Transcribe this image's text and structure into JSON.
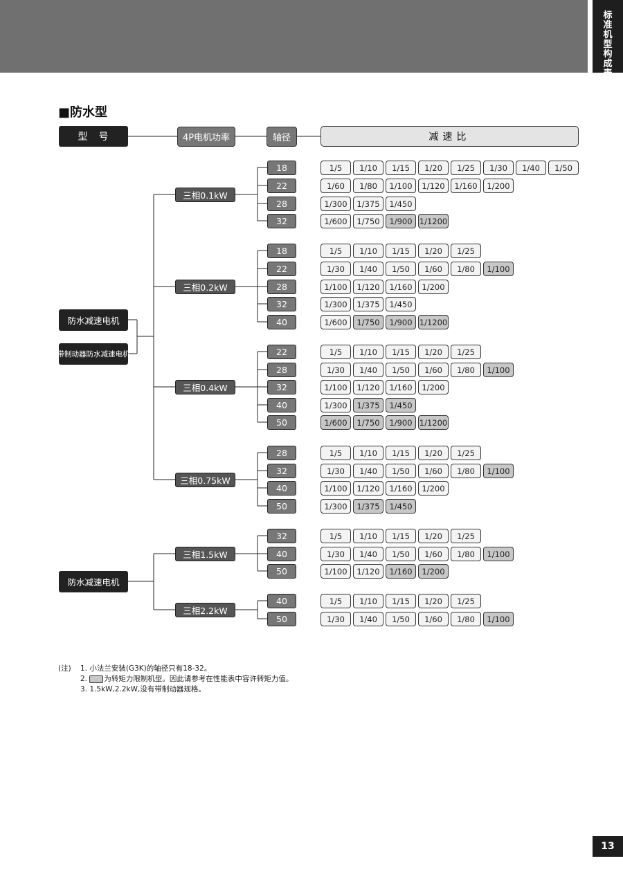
{
  "side_tab": "标准机型构成表",
  "page_number": "13",
  "section_title": "■防水型",
  "headers": {
    "model": "型　号",
    "power": "4P电机功率",
    "shaft": "轴径",
    "ratio": "减速比"
  },
  "groups": [
    {
      "motors": [
        "防水减速电机",
        "带制动器防水减速电机"
      ],
      "powers": [
        {
          "label": "三相0.1kW",
          "shafts": [
            {
              "shaft": "18",
              "ratios": [
                "1/5",
                "1/10",
                "1/15",
                "1/20",
                "1/25",
                "1/30",
                "1/40",
                "1/50"
              ],
              "limited": 0
            },
            {
              "shaft": "22",
              "ratios": [
                "1/60",
                "1/80",
                "1/100",
                "1/120",
                "1/160",
                "1/200"
              ],
              "limited": 0
            },
            {
              "shaft": "28",
              "ratios": [
                "1/300",
                "1/375",
                "1/450"
              ],
              "limited": 0
            },
            {
              "shaft": "32",
              "ratios": [
                "1/600",
                "1/750",
                "1/900",
                "1/1200"
              ],
              "limited": 2
            }
          ]
        },
        {
          "label": "三相0.2kW",
          "shafts": [
            {
              "shaft": "18",
              "ratios": [
                "1/5",
                "1/10",
                "1/15",
                "1/20",
                "1/25"
              ],
              "limited": 0
            },
            {
              "shaft": "22",
              "ratios": [
                "1/30",
                "1/40",
                "1/50",
                "1/60",
                "1/80",
                "1/100"
              ],
              "limited": 1
            },
            {
              "shaft": "28",
              "ratios": [
                "1/100",
                "1/120",
                "1/160",
                "1/200"
              ],
              "limited": 0
            },
            {
              "shaft": "32",
              "ratios": [
                "1/300",
                "1/375",
                "1/450"
              ],
              "limited": 0
            },
            {
              "shaft": "40",
              "ratios": [
                "1/600",
                "1/750",
                "1/900",
                "1/1200"
              ],
              "limited": 3
            }
          ]
        },
        {
          "label": "三相0.4kW",
          "shafts": [
            {
              "shaft": "22",
              "ratios": [
                "1/5",
                "1/10",
                "1/15",
                "1/20",
                "1/25"
              ],
              "limited": 0
            },
            {
              "shaft": "28",
              "ratios": [
                "1/30",
                "1/40",
                "1/50",
                "1/60",
                "1/80",
                "1/100"
              ],
              "limited": 1
            },
            {
              "shaft": "32",
              "ratios": [
                "1/100",
                "1/120",
                "1/160",
                "1/200"
              ],
              "limited": 0
            },
            {
              "shaft": "40",
              "ratios": [
                "1/300",
                "1/375",
                "1/450"
              ],
              "limited": 2
            },
            {
              "shaft": "50",
              "ratios": [
                "1/600",
                "1/750",
                "1/900",
                "1/1200"
              ],
              "limited": 4
            }
          ]
        },
        {
          "label": "三相0.75kW",
          "shafts": [
            {
              "shaft": "28",
              "ratios": [
                "1/5",
                "1/10",
                "1/15",
                "1/20",
                "1/25"
              ],
              "limited": 0
            },
            {
              "shaft": "32",
              "ratios": [
                "1/30",
                "1/40",
                "1/50",
                "1/60",
                "1/80",
                "1/100"
              ],
              "limited": 1
            },
            {
              "shaft": "40",
              "ratios": [
                "1/100",
                "1/120",
                "1/160",
                "1/200"
              ],
              "limited": 0
            },
            {
              "shaft": "50",
              "ratios": [
                "1/300",
                "1/375",
                "1/450"
              ],
              "limited": 2
            }
          ]
        }
      ]
    },
    {
      "motors": [
        "防水减速电机"
      ],
      "powers": [
        {
          "label": "三相1.5kW",
          "shafts": [
            {
              "shaft": "32",
              "ratios": [
                "1/5",
                "1/10",
                "1/15",
                "1/20",
                "1/25"
              ],
              "limited": 0
            },
            {
              "shaft": "40",
              "ratios": [
                "1/30",
                "1/40",
                "1/50",
                "1/60",
                "1/80",
                "1/100"
              ],
              "limited": 1
            },
            {
              "shaft": "50",
              "ratios": [
                "1/100",
                "1/120",
                "1/160",
                "1/200"
              ],
              "limited": 2
            }
          ]
        },
        {
          "label": "三相2.2kW",
          "shafts": [
            {
              "shaft": "40",
              "ratios": [
                "1/5",
                "1/10",
                "1/15",
                "1/20",
                "1/25"
              ],
              "limited": 0
            },
            {
              "shaft": "50",
              "ratios": [
                "1/30",
                "1/40",
                "1/50",
                "1/60",
                "1/80",
                "1/100"
              ],
              "limited": 1
            }
          ]
        }
      ]
    }
  ],
  "notes": {
    "label": "(注)",
    "items": [
      "1. 小法兰安装(G3K)的轴径只有18-32。",
      "为转矩力限制机型。因此请参考在性能表中容许转矩力值。",
      "3. 1.5kW,2.2kW,没有带制动器规格。"
    ],
    "item2_prefix": "2."
  },
  "colors": {
    "banner": "#707070",
    "dark": "#222222",
    "shaft_fill": "#777777",
    "ratio_fill": "#f3f3f3",
    "limited_fill": "#c7c7c7"
  }
}
